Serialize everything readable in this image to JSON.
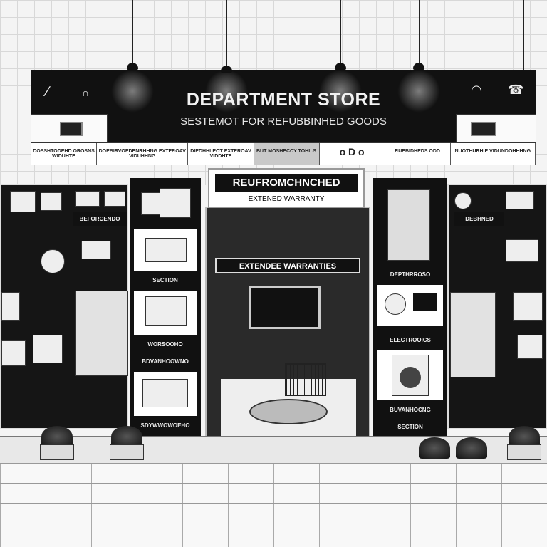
{
  "banner": {
    "title": "DEPARTMENT STORE",
    "subtitle": "SESTEMOT FOR REFUBBINHED GOODS",
    "left_icons": [
      "wrench-icon",
      "lock-icon"
    ],
    "right_icons": [
      "wifi-icon",
      "phone-icon"
    ]
  },
  "category_strip": [
    "DOSSHTODEHD OROSNS WIDUHTE",
    "DOEBIRVOEDENRHHNG EXTEROAV VIDUHHNG",
    "DIEDHHLEOT EXTEROAV VIDDHTE",
    "BUT MOSHECCY TOHL.S",
    "o D o",
    "RUEBIDHEDS ODD",
    "NUOTHURHIE VIDUNDOHHHNG"
  ],
  "center": {
    "top_sign": "REUFROMCHNCHED",
    "top_sign_sub": "EXTENED WARRANTY",
    "mid_sign": "EXTENDEE WARRANTIES"
  },
  "left_column_labels": [
    "SECTION",
    "WORSOOHO",
    "BDVANHOOWNO",
    "SDYWWOWOEHO"
  ],
  "right_column_labels": [
    "DEPTHRROSO",
    "ELECTROOICS",
    "BUVANHOCNG",
    "SECTION"
  ],
  "left_shelf_label": "BEFORCENDO",
  "right_shelf_label": "DEBHNED",
  "colors": {
    "banner": "#111111",
    "paper": "#f4f4f4"
  }
}
